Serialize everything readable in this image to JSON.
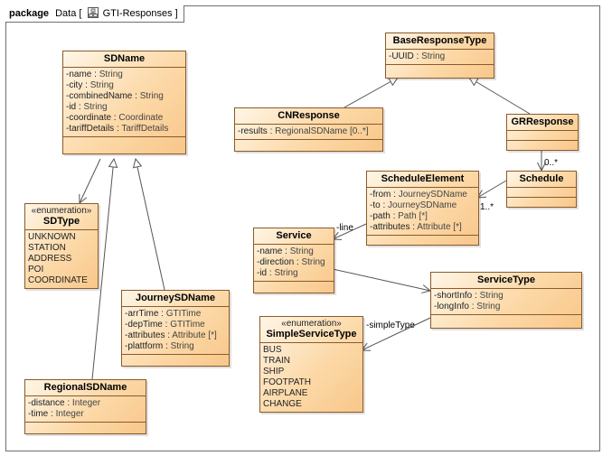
{
  "package": {
    "keyword": "package",
    "path": "Data [",
    "name": "GTI-Responses",
    "end": "]"
  },
  "classes": {
    "sdname": {
      "name": "SDName",
      "attributes": [
        {
          "name": "-name",
          "type": "String"
        },
        {
          "name": "-city",
          "type": "String"
        },
        {
          "name": "-combinedName",
          "type": "String"
        },
        {
          "name": "-id",
          "type": "String"
        },
        {
          "name": "-coordinate",
          "type": "Coordinate"
        },
        {
          "name": "-tariffDetails",
          "type": "TariffDetails"
        }
      ]
    },
    "sdtype": {
      "stereotype": "«enumeration»",
      "name": "SDType",
      "literals": [
        "UNKNOWN",
        "STATION",
        "ADDRESS",
        "POI",
        "COORDINATE"
      ]
    },
    "journey": {
      "name": "JourneySDName",
      "attributes": [
        {
          "name": "-arrTime",
          "type": "GTITime"
        },
        {
          "name": "-depTime",
          "type": "GTITime"
        },
        {
          "name": "-attributes",
          "type": "Attribute [*]"
        },
        {
          "name": "-plattform",
          "type": "String"
        }
      ]
    },
    "regional": {
      "name": "RegionalSDName",
      "attributes": [
        {
          "name": "-distance",
          "type": "Integer"
        },
        {
          "name": "-time",
          "type": "Integer"
        }
      ]
    },
    "base": {
      "name": "BaseResponseType",
      "attributes": [
        {
          "name": "-UUID",
          "type": "String"
        }
      ]
    },
    "cn": {
      "name": "CNResponse",
      "attributes": [
        {
          "name": "-results",
          "type": "RegionalSDName [0..*]"
        }
      ]
    },
    "gr": {
      "name": "GRResponse"
    },
    "schedule": {
      "name": "Schedule"
    },
    "element": {
      "name": "ScheduleElement",
      "attributes": [
        {
          "name": "-from",
          "type": "JourneySDName"
        },
        {
          "name": "-to",
          "type": "JourneySDName"
        },
        {
          "name": "-path",
          "type": "Path [*]"
        },
        {
          "name": "-attributes",
          "type": "Attribute [*]"
        }
      ]
    },
    "service": {
      "name": "Service",
      "attributes": [
        {
          "name": "-name",
          "type": "String"
        },
        {
          "name": "-direction",
          "type": "String"
        },
        {
          "name": "-id",
          "type": "String"
        }
      ]
    },
    "servicetype": {
      "name": "ServiceType",
      "attributes": [
        {
          "name": "-shortInfo",
          "type": "String"
        },
        {
          "name": "-longInfo",
          "type": "String"
        }
      ]
    },
    "simple": {
      "stereotype": "«enumeration»",
      "name": "SimpleServiceType",
      "literals": [
        "BUS",
        "TRAIN",
        "SHIP",
        "FOOTPATH",
        "AIRPLANE",
        "CHANGE"
      ]
    }
  },
  "labels": {
    "gr_sched_mult": "0..*",
    "elem_mult": "1..*",
    "line_role": "-line",
    "simple_role": "-simpleType"
  },
  "colors": {
    "class_fill": "#fcd9a8",
    "class_border": "#8b5a2b",
    "line": "#555555"
  }
}
